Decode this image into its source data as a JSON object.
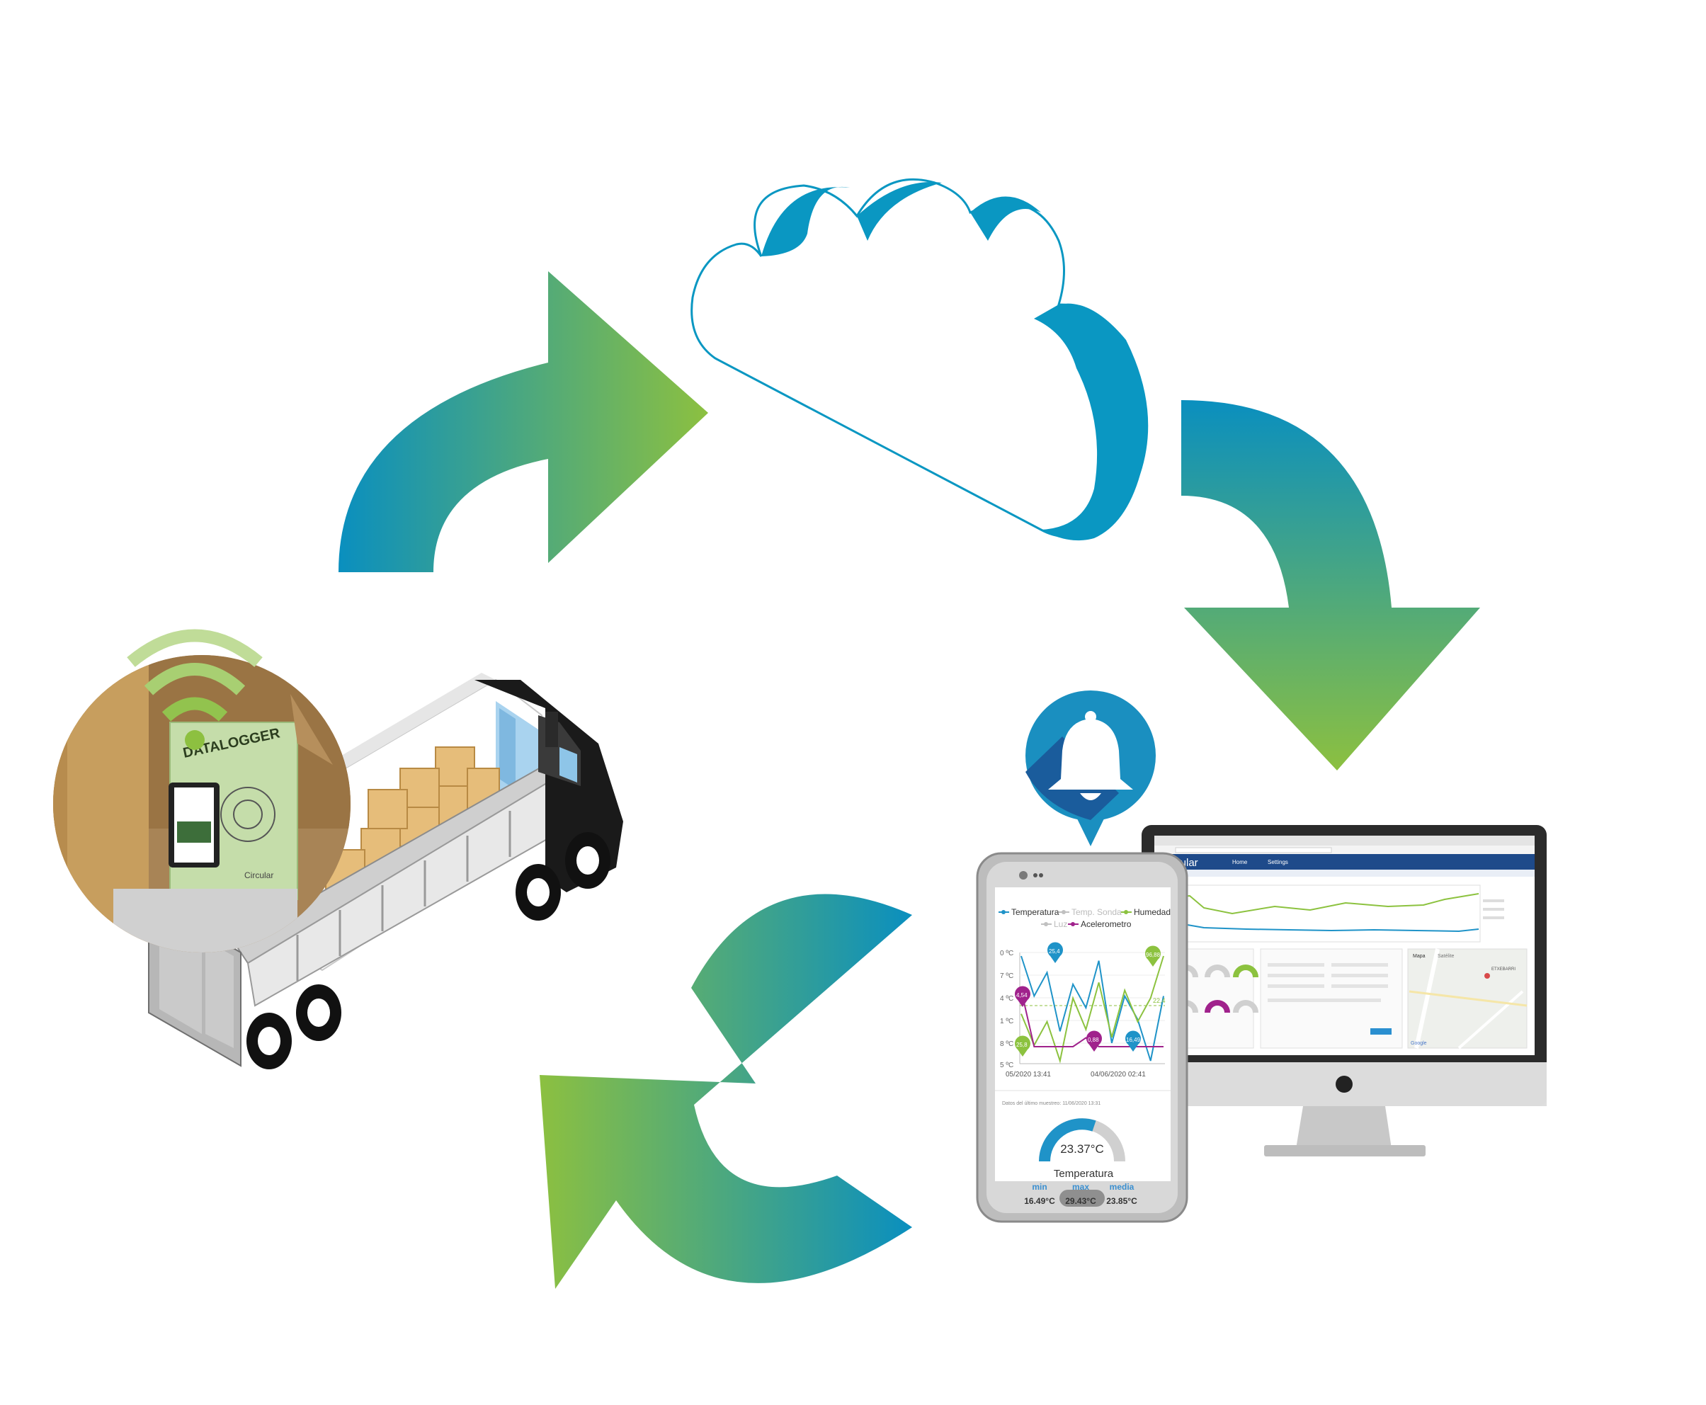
{
  "colors": {
    "arrow_blue": "#0a8fbf",
    "arrow_green": "#8cc040",
    "cloud": "#0a97c2",
    "bell_bg": "#1a8fc0",
    "bell_shadow": "#1a5c9c",
    "brand_navy": "#1e4a8a",
    "temp_series": "#1f93c8",
    "humidity_series": "#8cc23f",
    "accel_series": "#a0228c",
    "light_series": "#c0c0c0"
  },
  "datalogger": {
    "label": "DATALOGGER",
    "brand": "Circular"
  },
  "monitor": {
    "logo": "Circular",
    "nav_home": "Home",
    "nav_settings": "Settings",
    "tab_map": "Mapa",
    "tab_satellite": "Satélite",
    "map_place": "ETXEBARRI",
    "map_credit": "Google"
  },
  "phone": {
    "legend": {
      "temperatura": "Temperatura",
      "temp_sonda": "Temp. Sonda",
      "humedad": "Humedad",
      "luz": "Luz",
      "acelerometro": "Acelerometro"
    },
    "y_ticks": [
      "0 ºC",
      "7 ºC",
      "4 ºC",
      "1 ºC",
      "8 ºC",
      "5 ºC"
    ],
    "x_labels": [
      "05/2020 13:41",
      "04/06/2020 02:41"
    ],
    "markers": {
      "temp_max": "25,4",
      "humidity_max": "96,88",
      "accel_low": "4,54",
      "mid_low": "0,88",
      "temp_low": "16,49",
      "humidity_low": "25,8",
      "right_value": "22,4"
    },
    "last_sample_label": "Datos del último muestreo: 11/06/2020 13:31",
    "gauge_value": "23.37°C",
    "gauge_label": "Temperatura",
    "stats": {
      "min_label": "min",
      "max_label": "max",
      "avg_label": "media",
      "min_value": "16.49°C",
      "max_value": "29.43°C",
      "avg_value": "23.85°C"
    }
  },
  "chart_data": {
    "type": "line",
    "title": "",
    "legend": [
      "Temperatura",
      "Temp. Sonda",
      "Humedad",
      "Luz",
      "Acelerometro"
    ],
    "x_range": [
      "05/2020 13:41",
      "04/06/2020 02:41"
    ],
    "series": [
      {
        "name": "Temperatura",
        "values": [
          25.4,
          22,
          24,
          19,
          23,
          21,
          25,
          18,
          22,
          20,
          16.49,
          22
        ]
      },
      {
        "name": "Humedad",
        "values": [
          60,
          40,
          55,
          30,
          70,
          50,
          80,
          45,
          75,
          55,
          70,
          96.88
        ]
      },
      {
        "name": "Acelerometro",
        "values": [
          4.54,
          0.2,
          0.2,
          0.2,
          0.2,
          0.88,
          0.2,
          0.2,
          0.2,
          0.2,
          0.2,
          0.2
        ]
      }
    ]
  }
}
